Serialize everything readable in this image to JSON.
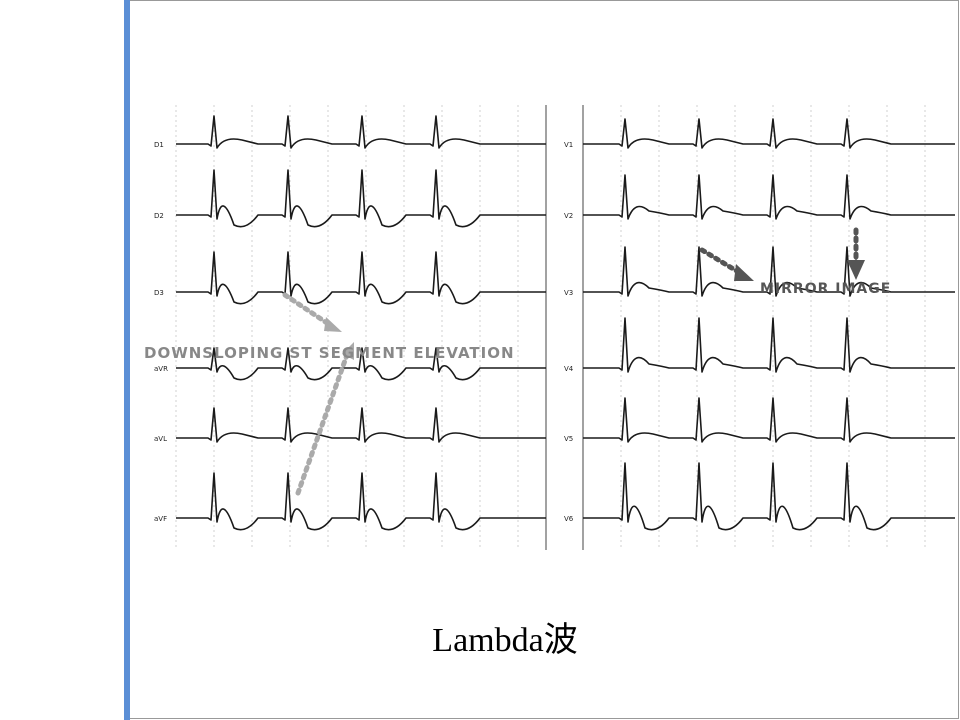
{
  "caption": "Lambda波",
  "annotations": {
    "st_elevation": "DOWNSLOPING ST SEGMENT ELEVATION",
    "mirror_image": "MIRROR IMAGE"
  },
  "leads_left": [
    "D1",
    "D2",
    "D3",
    "aVR",
    "aVL",
    "aVF"
  ],
  "leads_right": [
    "V1",
    "V2",
    "V3",
    "V4",
    "V5",
    "V6"
  ],
  "colors": {
    "slide_border": "#5b8fd6",
    "trace": "#1a1a1a",
    "grid": "#d0d0d0",
    "arrow_light": "#aaaaaa",
    "arrow_dark": "#555555"
  }
}
